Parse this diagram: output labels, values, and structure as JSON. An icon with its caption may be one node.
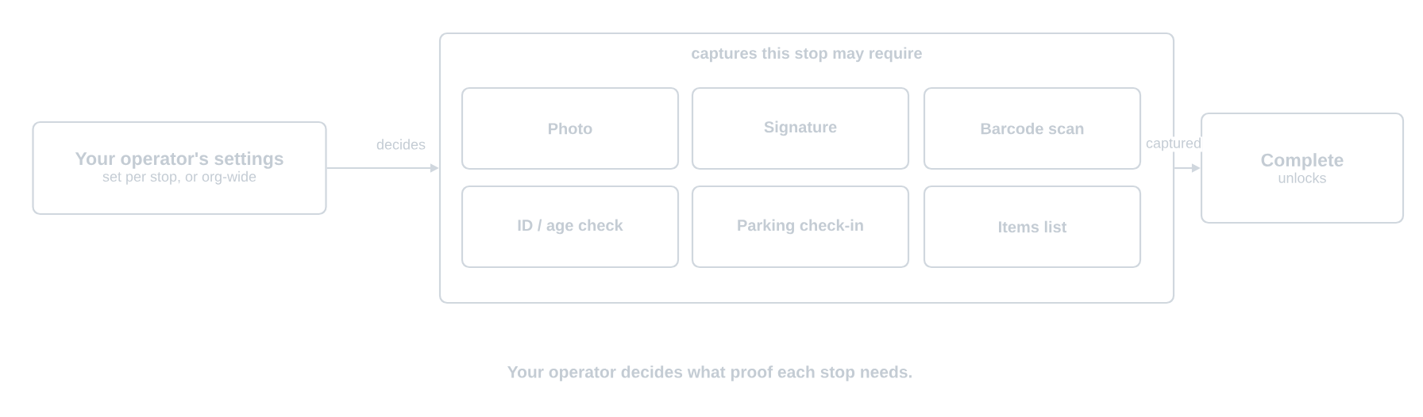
{
  "diagram": {
    "caption": "Your operator decides what proof each stop needs.",
    "nodes": [
      {
        "text": [
          "Your operator's settings",
          "set per stop, or org-wide"
        ]
      },
      {
        "text": [
          "captures this stop may require"
        ]
      },
      {
        "text": [
          "Photo"
        ],
        "in": 1
      },
      {
        "text": [
          "Signature"
        ],
        "in": 1
      },
      {
        "text": [
          "Barcode scan"
        ],
        "in": 1
      },
      {
        "text": [
          "ID / age check"
        ],
        "in": 1
      },
      {
        "text": [
          "Parking check-in"
        ],
        "in": 1
      },
      {
        "text": [
          "Items list"
        ],
        "in": 1
      },
      {
        "text": [
          "Complete",
          "unlocks"
        ]
      }
    ],
    "edges": [
      {
        "from": 0,
        "to": 1,
        "arrow": "to",
        "label": "decides"
      },
      {
        "from": 1,
        "to": 8,
        "arrow": "to",
        "label": "captured"
      }
    ]
  }
}
